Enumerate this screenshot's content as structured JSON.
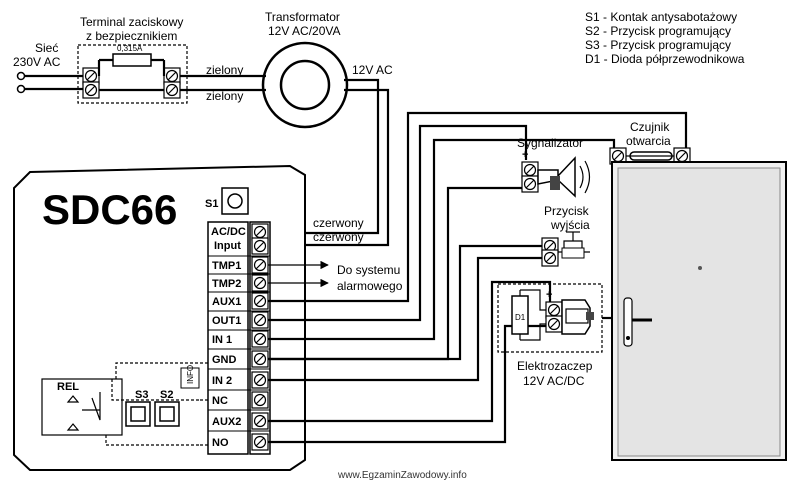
{
  "legend": [
    "S1 - Kontak antysabotażowy",
    "S2 - Przycisk programujący",
    "S3 - Przycisk programujący",
    "D1 - Dioda półprzewodnikowa"
  ],
  "mains": {
    "line1": "Sieć",
    "line2": "230V AC"
  },
  "terminal": {
    "line1": "Terminal zaciskowy",
    "line2": "z bezpiecznikiem",
    "fuse": "0,315A"
  },
  "transformer": {
    "line1": "Transformator",
    "line2": "12V AC/20VA"
  },
  "wires": {
    "green1": "zielony",
    "green2": "zielony",
    "out12v": "12V AC",
    "red1": "czerwony",
    "red2": "czerwony"
  },
  "controller": {
    "title": "SDC66",
    "s1": "S1",
    "s2": "S2",
    "s3": "S3",
    "rel": "REL",
    "info": "INFO"
  },
  "terminals": [
    "AC/DC Input",
    "TMP1",
    "TMP2",
    "AUX1",
    "OUT1",
    "IN 1",
    "GND",
    "IN 2",
    "NC",
    "AUX2",
    "NO"
  ],
  "alarm": {
    "line1": "Do systemu",
    "line2": "alarmowego"
  },
  "siren": "Sygnalizator",
  "sensor": {
    "line1": "Czujnik",
    "line2": "otwarcia"
  },
  "exit_button": {
    "line1": "Przycisk",
    "line2": "wyjścia"
  },
  "lock": {
    "line1": "Elektrozaczep",
    "line2": "12V AC/DC",
    "diode": "D1"
  },
  "watermark": "www.EgzaminZawodowy.info"
}
